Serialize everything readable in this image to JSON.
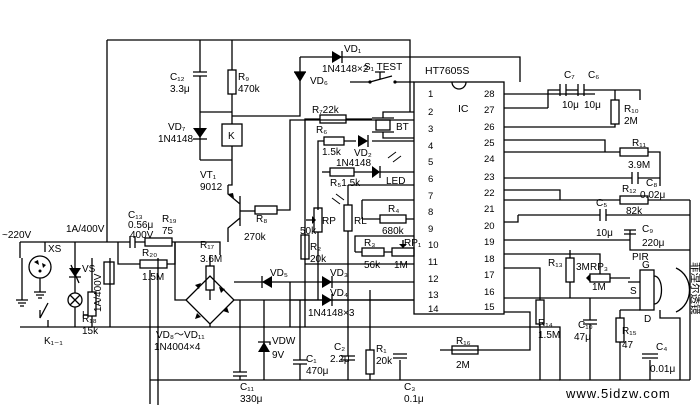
{
  "ic": {
    "part": "HT7605S",
    "label": "IC",
    "pins_left": [
      "1",
      "2",
      "3",
      "4",
      "5",
      "6",
      "7",
      "8",
      "9",
      "10",
      "11",
      "12",
      "13",
      "14"
    ],
    "pins_right": [
      "28",
      "27",
      "26",
      "25",
      "24",
      "23",
      "22",
      "21",
      "20",
      "19",
      "18",
      "17",
      "16",
      "15"
    ]
  },
  "mains": {
    "voltage": "~220V",
    "socket": "XS",
    "varistor": "VS",
    "switch": "K₁₋₁",
    "lamp": "H",
    "fuse1": "1A/400V",
    "fuse2": "1A/400V"
  },
  "parts": {
    "c12": "C₁₂",
    "c12v": "3.3μ",
    "r9": "R₉",
    "r9v": "470k",
    "vd7": "VD₇",
    "vd7v": "1N4148",
    "relay": "K",
    "vt1": "VT₁",
    "vt1v": "9012",
    "vd1": "VD₁",
    "vd1v": "1N4148×2",
    "vd6": "VD₆",
    "s1": "S₁ TEST",
    "bt": "BT",
    "r7": "R₇22k",
    "r6": "R₆",
    "r6v": "1.5k",
    "vd2": "VD₂",
    "vd2v": "1N4148",
    "r5": "R₅1.5k",
    "led": "LED",
    "r8": "R₈",
    "r8v": "270k",
    "rp": "RP",
    "rpv": "50k",
    "rl": "RL",
    "r4": "R₄",
    "r4v": "680k",
    "r3": "R₃",
    "r3v": "56k",
    "rp1": "RP₁",
    "rp1v": "1M",
    "r2": "R₂",
    "r2v": "20k",
    "c13": "C₁₃",
    "c13v": "0.56μ",
    "c13v2": "400V",
    "r19": "R₁₉",
    "r19v": "75",
    "r20": "R₂₀",
    "r20v": "1.5M",
    "r17": "R₁₇",
    "r17v": "3.6M",
    "r18": "R₁₈",
    "r18v": "15k",
    "vd5": "VD₅",
    "vd3": "VD₃",
    "vd4": "VD₄",
    "vd345": "1N4148×3",
    "bridge": "VD₈～VD₁₁",
    "bridgev": "1N4004×4",
    "vdw": "VDW",
    "vdwv": "9V",
    "c11": "C₁₁",
    "c11v": "330μ",
    "c1": "C₁",
    "c1v": "470μ",
    "c2": "C₂",
    "c2v": "2.2μ",
    "r1": "R₁",
    "r1v": "20k",
    "c3": "C₃",
    "c3v": "0.1μ",
    "c7": "C₇",
    "c7v": "10μ",
    "c6": "C₆",
    "c6v": "10μ",
    "r10": "R₁₀",
    "r10v": "2M",
    "r11": "R₁₁",
    "r11v": "3.9M",
    "c8": "C₈",
    "c8v": "0.02μ",
    "r12": "R₁₂",
    "r12v": "82k",
    "c5": "C₅",
    "c5v": "10μ",
    "c9": "C₉",
    "c9v": "220μ",
    "pir": "PIR",
    "pirG": "G",
    "pirS": "S",
    "pirD": "D",
    "r13": "R₁₃",
    "r13v": "3M",
    "rp3": "RP₃",
    "rp3v": "1M",
    "r14": "R₁₄",
    "r14v": "1.5M",
    "c10": "C₁₀",
    "c10v": "47μ",
    "r15": "R₁₅",
    "r15v": "47",
    "r16": "R₁₆",
    "r16v": "2M",
    "c4": "C₄",
    "c4v": "0.01μ",
    "lens": "菲涅尔透镜"
  },
  "watermark": "www.5idzw.com"
}
